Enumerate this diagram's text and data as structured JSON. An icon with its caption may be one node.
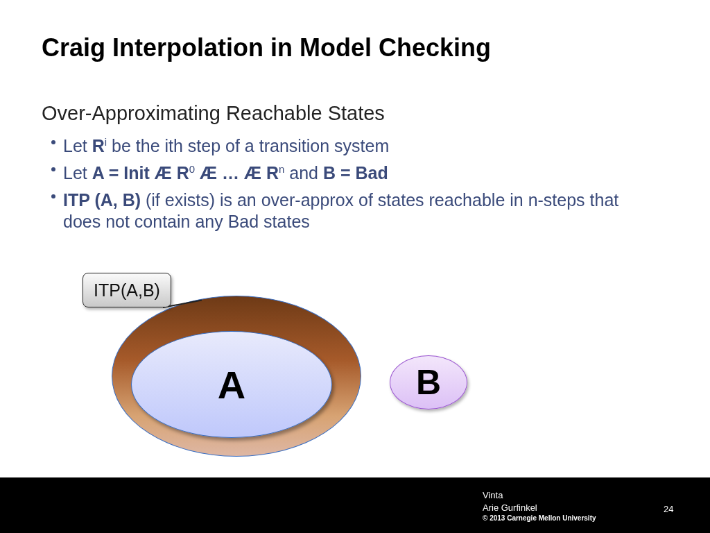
{
  "diagram": {
    "title": "Craig Interpolation in Model Checking",
    "nodes": [
      {
        "text": [
          "ITP(A,B)"
        ]
      },
      {
        "text": [],
        "shape": "ellipse"
      },
      {
        "text": [
          "A"
        ],
        "in": 1
      },
      {
        "text": [
          "B"
        ]
      }
    ],
    "edges": [
      {
        "from": 0,
        "to": 1,
        "arrow": "none"
      }
    ],
    "labels": [
      "Over-Approximating Reachable States",
      "Let **R**$^{i}$ be the ith step of a transition system",
      "Let **A = Init Æ R**$^{0}$ **Æ … Æ R**$^{n}$  and **B = Bad**",
      "**ITP (A, B)** (if exists) is an over-approx of states reachable in n-steps that does not contain any Bad states",
      "Vinta",
      "Arie Gurfinkel",
      "© 2013 Carnegie Mellon University",
      "24"
    ]
  }
}
